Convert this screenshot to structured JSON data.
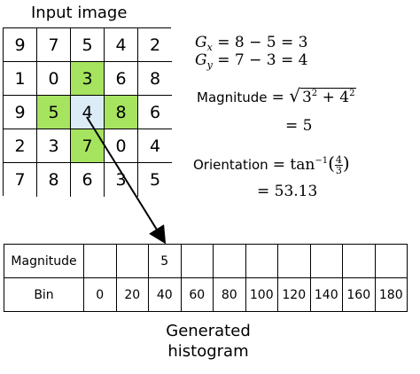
{
  "title": "Input image",
  "grid": {
    "rows": [
      [
        "9",
        "7",
        "5",
        "4",
        "2"
      ],
      [
        "1",
        "0",
        "3",
        "6",
        "8"
      ],
      [
        "9",
        "5",
        "4",
        "8",
        "6"
      ],
      [
        "2",
        "3",
        "7",
        "0",
        "4"
      ],
      [
        "7",
        "8",
        "6",
        "3",
        "5"
      ]
    ],
    "highlight_color": "#a6e35f",
    "center_color": "#dcecf7"
  },
  "formulas": {
    "gx_var": "G",
    "gx_sub": "x",
    "gx_expr": "= 8 − 5 = 3",
    "gy_var": "G",
    "gy_sub": "y",
    "gy_expr": "= 7 − 3 = 4",
    "magnitude_label": "Magnitude",
    "magnitude_expr_pre": "= ",
    "magnitude_sqrt_a": "3",
    "magnitude_sqrt_b": "4",
    "magnitude_result": "= 5",
    "orientation_label": "Orientation",
    "orientation_func": "= tan",
    "orientation_sup": "−1",
    "orientation_num": "4",
    "orientation_den": "3",
    "orientation_result": "= 53.13"
  },
  "histogram": {
    "magnitude_label": "Magnitude",
    "magnitude_values": [
      "",
      "",
      "5",
      "",
      "",
      "",
      "",
      "",
      "",
      ""
    ],
    "bin_label": "Bin",
    "bins": [
      "0",
      "20",
      "40",
      "60",
      "80",
      "100",
      "120",
      "140",
      "160",
      "180"
    ]
  },
  "caption": {
    "line1": "Generated",
    "line2": "histogram"
  }
}
